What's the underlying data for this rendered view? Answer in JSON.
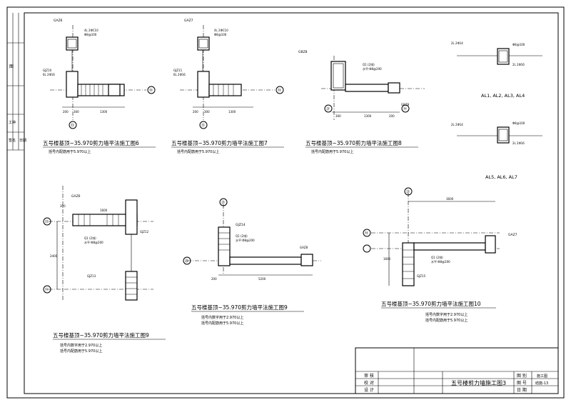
{
  "left_strip": {
    "cells": [
      "图",
      "工种",
      "签名",
      "日期"
    ]
  },
  "sheets": [
    {
      "title": "五号楼基顶~35.970剪力墙平法施工图6",
      "note1": "括号内配筋用于5.970以上",
      "note2": "",
      "axis_v": "⑬",
      "axis_h": "⑭",
      "dims": [
        "200",
        "300",
        "1300"
      ],
      "labels": [
        "GAZ6",
        "4L 2ΦC10",
        "Φ8@100",
        "GJZ10",
        "6L 2Φ16"
      ]
    },
    {
      "title": "五号楼基顶~35.970剪力墙平法施工图7",
      "note1": "括号内配筋用于5.970以上",
      "note2": "",
      "axis_v": "⑬",
      "axis_h": "⑭",
      "dims": [
        "200",
        "300",
        "1300"
      ],
      "labels": [
        "GAZ7",
        "4L 2ΦC10",
        "Φ8@100",
        "GJZ11",
        "6L 2Φ16"
      ]
    },
    {
      "title": "五号楼基顶~35.970剪力墙平法施工图8",
      "note1": "括号内配筋用于5.970以上",
      "note2": "",
      "axis_v": "㉑",
      "axis_h": "⑭",
      "dims": [
        "300",
        "1300",
        "200"
      ],
      "labels": [
        "GBZ8",
        "Q1 (2排)",
        "水平:Φ8@200",
        "GBZ9"
      ]
    },
    {
      "title": "五号楼基顶~35.970剪力墙平法施工图9",
      "note1": "括号内数字用于2.970以上",
      "note2": "括号内配筋用于5.970以上",
      "axis_v": "⑬",
      "axis_h": "⑭",
      "dims": [
        "2400",
        "300",
        "1600"
      ],
      "labels": [
        "GAZ6",
        "Q1 (2排)",
        "水平:Φ8@200",
        "GJZ12",
        "GJZ13"
      ]
    },
    {
      "title": "五号楼基顶~35.970剪力墙平法施工图9",
      "note1": "括号内数字用于2.970以上",
      "note2": "括号内配筋用于5.970以上",
      "axis_v": "㉑",
      "axis_h": "㉕",
      "dims": [
        "5200",
        "200"
      ],
      "labels": [
        "GJZ14",
        "Q1 (2排)",
        "水平:Φ8@200",
        "GAZ8"
      ]
    },
    {
      "title": "五号楼基顶~35.970剪力墙平法施工图10",
      "note1": "括号内数字用于2.970以上",
      "note2": "括号内配筋用于5.970以上",
      "axis_v": "㉑",
      "axis_h": "⑭",
      "dims": [
        "3600",
        "1600"
      ],
      "labels": [
        "GAZ7",
        "Q1 (2排)",
        "水平:Φ8@200",
        "GJZ15"
      ]
    }
  ],
  "small_details": [
    {
      "caption": "AL1, AL2, AL3, AL4",
      "labels": [
        "2L 2Φ14",
        "Φ8@100",
        "2L 2Φ16"
      ]
    },
    {
      "caption": "AL5, AL6, AL7",
      "labels": [
        "2L 2Φ14",
        "Φ8@100",
        "2L 2Φ16"
      ]
    }
  ],
  "title_block": {
    "row_labels": [
      "审 核",
      "校 对",
      "设 计"
    ],
    "drawing_title": "五号楼剪力墙施工图3",
    "field_labels": [
      "图 别",
      "图 号",
      "日 期"
    ],
    "field_values": [
      "施工图",
      "结施-13",
      ""
    ]
  }
}
